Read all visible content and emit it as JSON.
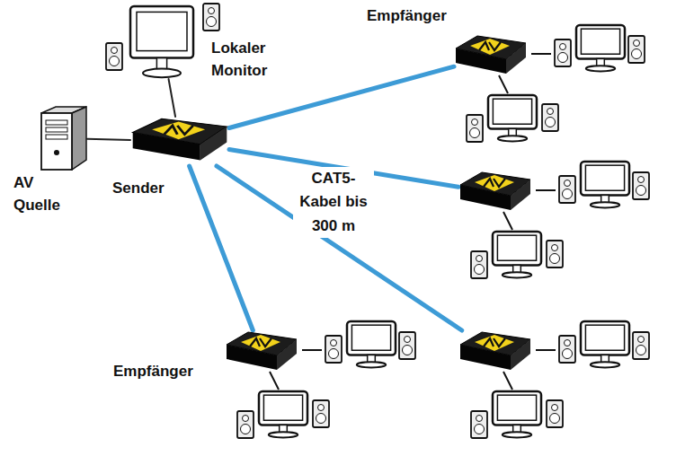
{
  "diagram": {
    "nodes": [
      {
        "text": [
          "Lokaler Monitor"
        ]
      },
      {
        "text": [
          "Empfänger"
        ]
      },
      {
        "text": [
          "AV Quelle"
        ]
      },
      {
        "text": [
          "Sender"
        ]
      },
      {
        "text": []
      },
      {
        "text": [
          "Empfänger"
        ]
      },
      {
        "text": []
      }
    ],
    "edges": [
      {
        "from": 2,
        "to": 3,
        "arrow": "none"
      },
      {
        "from": 3,
        "to": 0,
        "arrow": "none"
      },
      {
        "from": 3,
        "to": 1,
        "arrow": "none"
      },
      {
        "from": 3,
        "to": 4,
        "arrow": "none"
      },
      {
        "from": 3,
        "to": 5,
        "arrow": "none"
      },
      {
        "from": 3,
        "to": 6,
        "arrow": "none"
      }
    ],
    "labels": [
      "CAT5-Kabel bis 300 m"
    ]
  }
}
